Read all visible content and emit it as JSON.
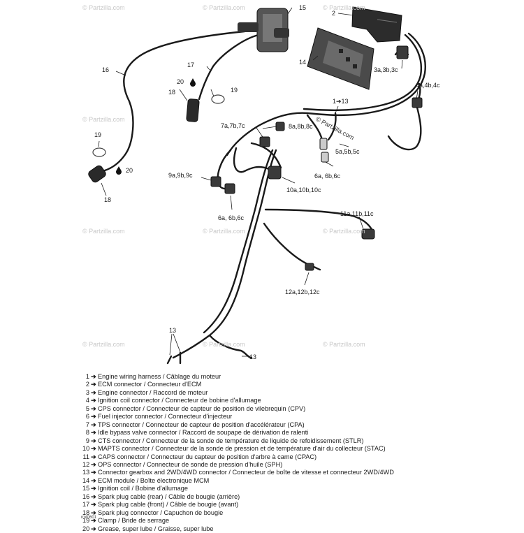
{
  "watermark": "© Partzilla.com",
  "callouts": {
    "c1": "1➔13",
    "c2": "2",
    "c3": "3a,3b,3c",
    "c4": "4a,4b,4c",
    "c5": "5a,5b,5c",
    "c6top": "6a, 6b,6c",
    "c6bot": "6a, 6b,6c",
    "c7": "7a,7b,7c",
    "c8": "8a,8b,8c",
    "c9": "9a,9b,9c",
    "c10": "10a,10b,10c",
    "c11": "11a,11b,11c",
    "c12": "12a,12b,12c",
    "c13a": "13",
    "c13b": "13",
    "c14": "14",
    "c15": "15",
    "c16": "16",
    "c17": "17",
    "c18a": "18",
    "c18b": "18",
    "c19a": "19",
    "c19b": "19",
    "c20a": "20",
    "c20b": "20"
  },
  "legend": [
    {
      "num": "1",
      "text": "Engine wiring harness / Câblage du moteur"
    },
    {
      "num": "2",
      "text": "ECM connector / Connecteur d'ECM"
    },
    {
      "num": "3",
      "text": "Engine connector / Raccord de moteur"
    },
    {
      "num": "4",
      "text": "Ignition coil connector / Connecteur de bobine d'allumage"
    },
    {
      "num": "5",
      "text": "CPS connector / Connecteur de capteur de position de vilebrequin (CPV)"
    },
    {
      "num": "6",
      "text": "Fuel injector connector / Connecteur d'injecteur"
    },
    {
      "num": "7",
      "text": "TPS connector / Connecteur de capteur de position d'accélérateur (CPA)"
    },
    {
      "num": "8",
      "text": "Idle bypass valve connector / Raccord de soupape de dérivation de ralenti"
    },
    {
      "num": "9",
      "text": "CTS connector / Connecteur de la sonde de température de liquide de refoidissement (STLR)"
    },
    {
      "num": "10",
      "text": "MAPTS connector / Connecteur de la sonde de pression et de température d'air du collecteur (STAC)"
    },
    {
      "num": "11",
      "text": "CAPS connector / Connecteur du capteur de position d'arbre à came (CPAC)"
    },
    {
      "num": "12",
      "text": "OPS connector / Connecteur de sonde de pression d'huile (SPH)"
    },
    {
      "num": "13",
      "text": "Connector gearbox and 2WD/4WD connector / Connecteur de boîte de vitesse et connecteur 2WD/4WD"
    },
    {
      "num": "14",
      "text": "ECM module / Boîte électronique MCM"
    },
    {
      "num": "15",
      "text": "Ignition coil / Bobine d'allumage"
    },
    {
      "num": "16",
      "text": "Spark plug cable (rear) / Câble de bougie (arrière)"
    },
    {
      "num": "17",
      "text": "Spark plug cable (front) / Câble de bougie (avant)"
    },
    {
      "num": "18",
      "text": "Spark plug connector / Capuchon de bougie"
    },
    {
      "num": "19",
      "text": "Clamp / Bride de serrage"
    },
    {
      "num": "20",
      "text": "Grease, super lube / Graisse, super lube"
    }
  ],
  "ref_code": "rmt0601"
}
